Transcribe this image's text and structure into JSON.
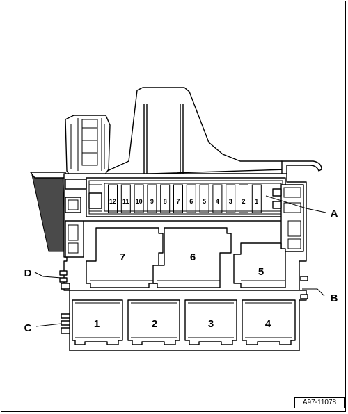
{
  "diagram": {
    "fuse_numbers": [
      "12",
      "11",
      "10",
      "9",
      "8",
      "7",
      "6",
      "5",
      "4",
      "3",
      "2",
      "1"
    ],
    "relay_numbers": {
      "r7": "7",
      "r6": "6",
      "r5": "5",
      "r1": "1",
      "r2": "2",
      "r3": "3",
      "r4": "4"
    },
    "callouts": {
      "a": "A",
      "b": "B",
      "c": "C",
      "d": "D"
    },
    "figure_code": "A97-11078"
  }
}
